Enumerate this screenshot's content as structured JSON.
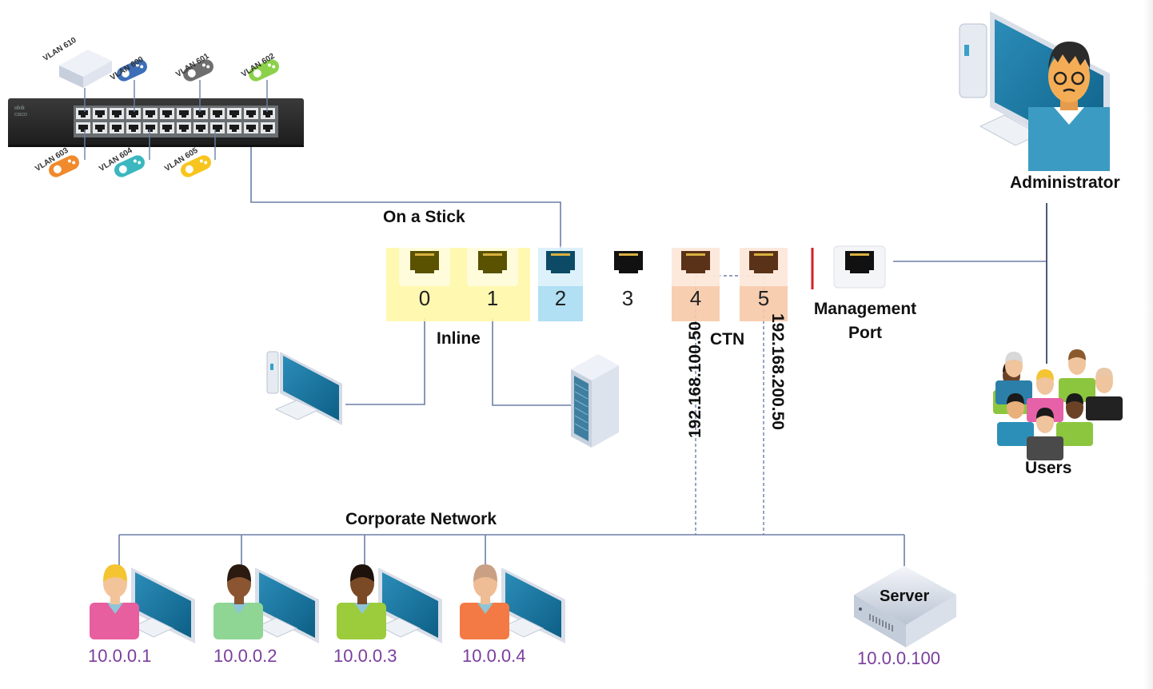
{
  "diagram": {
    "labels": {
      "on_a_stick": "On a Stick",
      "inline": "Inline",
      "ctn": "CTN",
      "management_port_line1": "Management",
      "management_port_line2": "Port",
      "administrator": "Administrator",
      "users": "Users",
      "corporate_network": "Corporate Network",
      "server": "Server"
    },
    "ports": [
      {
        "number": "0",
        "group": "inline",
        "highlight": "#fff7a8"
      },
      {
        "number": "1",
        "group": "inline",
        "highlight": "#fff7a8"
      },
      {
        "number": "2",
        "group": "on-a-stick",
        "highlight": "#a9dcf2"
      },
      {
        "number": "3",
        "group": "none",
        "highlight": ""
      },
      {
        "number": "4",
        "group": "ctn",
        "highlight": "#f7c9a8"
      },
      {
        "number": "5",
        "group": "ctn",
        "highlight": "#f7c9a8"
      }
    ],
    "ctn_ips": [
      "192.168.100.50",
      "192.168.200.50"
    ],
    "vlans": {
      "top": [
        "VLAN 610",
        "VLAN 600",
        "VLAN 601",
        "VLAN 602"
      ],
      "bottom": [
        "VLAN 603",
        "VLAN 604",
        "VLAN 605"
      ]
    },
    "corporate_hosts": [
      {
        "ip": "10.0.0.1",
        "shirt": "#e85fa0",
        "hair": "#f5c431",
        "skin": "#f3c49a"
      },
      {
        "ip": "10.0.0.2",
        "shirt": "#8fd694",
        "hair": "#2a1a10",
        "skin": "#8a5530"
      },
      {
        "ip": "10.0.0.3",
        "shirt": "#9ccc3c",
        "hair": "#1d120c",
        "skin": "#7a4a26"
      },
      {
        "ip": "10.0.0.4",
        "shirt": "#f47a45",
        "hair": "#c9a084",
        "skin": "#efbd95"
      }
    ],
    "server_ip": "10.0.0.100",
    "colors": {
      "line": "#6b7fa8",
      "ip_text": "#7a3e9d",
      "mgmt_separator": "#d61f26",
      "inline_highlight": "#fff7a8",
      "stick_highlight": "#a9dcf2",
      "ctn_highlight": "#f7c9a8"
    }
  }
}
